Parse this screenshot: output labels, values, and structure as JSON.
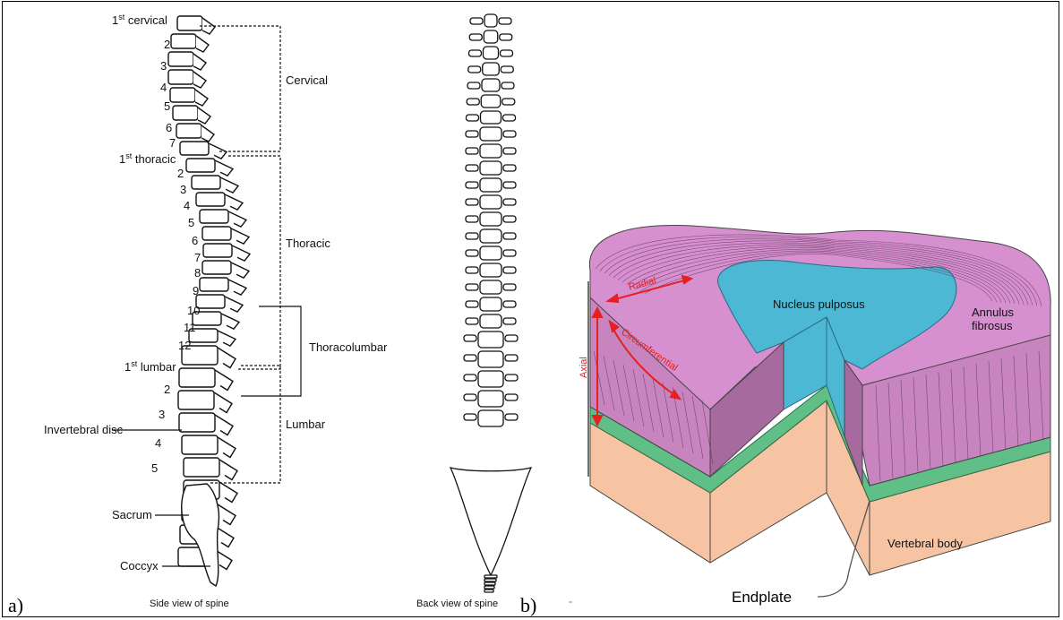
{
  "panel_a": {
    "letter": "a)",
    "caption_side": "Side view of spine",
    "caption_back": "Back view of spine",
    "vertebra_labels": {
      "first_cervical": "1st cervical",
      "cervical_numbers": [
        "2",
        "3",
        "4",
        "5",
        "6",
        "7"
      ],
      "first_thoracic": "1st thoracic",
      "thoracic_numbers": [
        "2",
        "3",
        "4",
        "5",
        "6",
        "7",
        "8",
        "9",
        "10",
        "11",
        "12"
      ],
      "first_lumbar": "1st lumbar",
      "lumbar_numbers": [
        "2",
        "3",
        "4",
        "5"
      ],
      "disc": "Invertebral disc",
      "sacrum": "Sacrum",
      "coccyx": "Coccyx"
    },
    "regions": {
      "cervical": "Cervical",
      "thoracic": "Thoracic",
      "thoracolumbar": "Thoracolumbar",
      "lumbar": "Lumbar"
    }
  },
  "panel_b": {
    "letter": "b)",
    "nucleus": "Nucleus pulposus",
    "annulus_line1": "Annulus",
    "annulus_line2": "fibrosus",
    "radial": "Radial",
    "circumferential": "Circumferential",
    "axial": "Axial",
    "vertebral_body": "Vertebral body",
    "endplate": "Endplate"
  },
  "colors": {
    "annulus": "#d790cf",
    "nucleus": "#4db8d4",
    "endplate": "#5fbf86",
    "vertebral_body": "#f6c4a2",
    "arrow": "#e52020"
  }
}
